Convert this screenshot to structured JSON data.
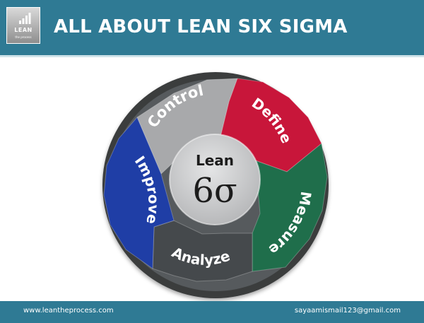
{
  "header": {
    "title": "ALL ABOUT LEAN SIX SIGMA",
    "logo": {
      "text": "LEAN",
      "subtext": "the process",
      "icon": "bar-chart-icon"
    }
  },
  "diagram": {
    "center": {
      "top_label": "Lean",
      "symbol": "6σ"
    },
    "segments": [
      {
        "label": "Control",
        "color": "#a8a9ab"
      },
      {
        "label": "Define",
        "color": "#c8163a"
      },
      {
        "label": "Measure",
        "color": "#1f6e4b"
      },
      {
        "label": "Analyze",
        "color": "#45494c"
      },
      {
        "label": "Improve",
        "color": "#1f3ea6"
      }
    ]
  },
  "footer": {
    "website": "www.leantheprocess.com",
    "email": "sayaamismail123@gmail.com"
  },
  "colors": {
    "header_bg": "#2f7a94",
    "center_bg": "#c9cacb"
  }
}
